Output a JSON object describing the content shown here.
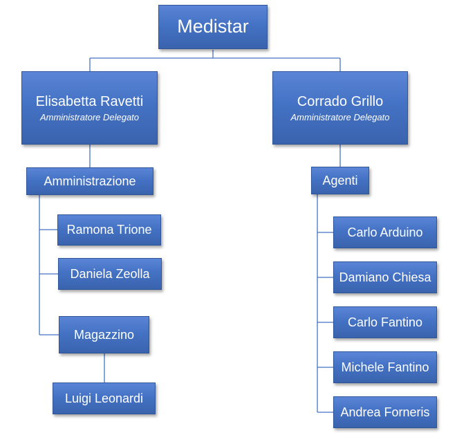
{
  "root": {
    "name": "Medistar"
  },
  "left": {
    "name": "Elisabetta Ravetti",
    "role": "Amministratore Delegato",
    "department": "Amministrazione",
    "members": [
      "Ramona Trione",
      "Daniela Zeolla"
    ],
    "subdepartment": "Magazzino",
    "subdepartment_members": [
      "Luigi Leonardi"
    ]
  },
  "right": {
    "name": "Corrado Grillo",
    "role": "Amministratore Delegato",
    "department": "Agenti",
    "members": [
      "Carlo Arduino",
      "Damiano Chiesa",
      "Carlo Fantino",
      "Michele Fantino",
      "Andrea Forneris"
    ]
  },
  "colors": {
    "box_fill": "#4472c4",
    "box_border": "#2f5597",
    "connector": "#4472c4",
    "text": "#ffffff"
  }
}
